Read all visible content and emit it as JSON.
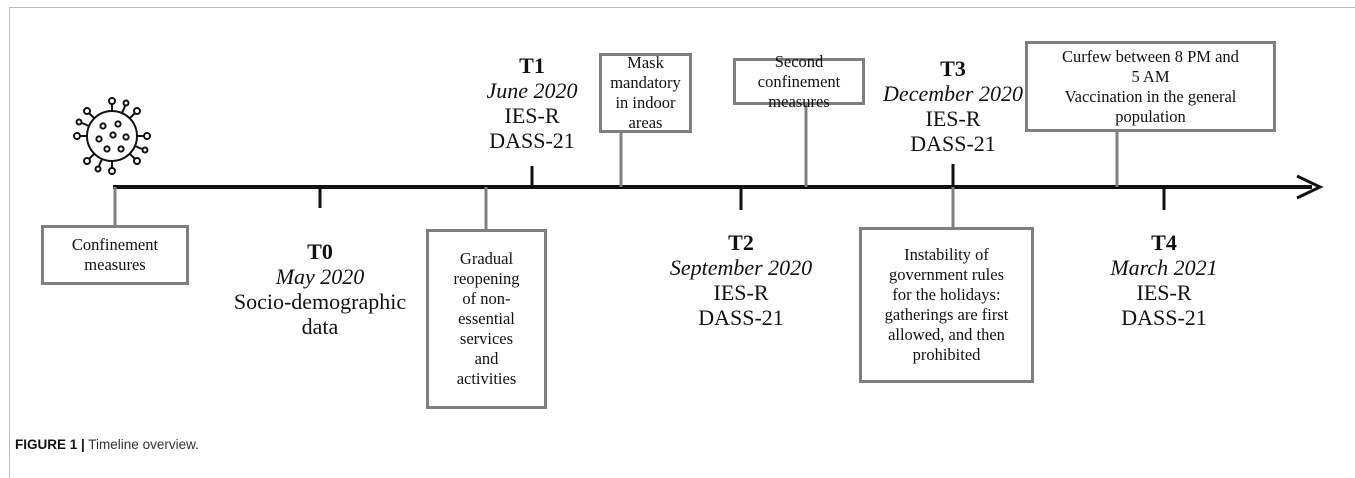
{
  "figure": {
    "caption_label": "FIGURE 1 |",
    "caption_text": " Timeline overview."
  },
  "icon": "virus-icon",
  "timepoints": [
    {
      "id": "T0",
      "date": "May 2020",
      "lines": [
        "Socio-demographic",
        "data"
      ]
    },
    {
      "id": "T1",
      "date": "June 2020",
      "lines": [
        "IES-R",
        "DASS-21"
      ]
    },
    {
      "id": "T2",
      "date": "September 2020",
      "lines": [
        "IES-R",
        "DASS-21"
      ]
    },
    {
      "id": "T3",
      "date": "December 2020",
      "lines": [
        "IES-R",
        "DASS-21"
      ]
    },
    {
      "id": "T4",
      "date": "March 2021",
      "lines": [
        "IES-R",
        "DASS-21"
      ]
    }
  ],
  "events": [
    {
      "key": "confinement",
      "text": "Confinement\nmeasures"
    },
    {
      "key": "reopening",
      "text": "Gradual\nreopening\nof non-\nessential\nservices\nand\nactivities"
    },
    {
      "key": "mask",
      "text": "Mask\nmandatory\nin indoor\nareas"
    },
    {
      "key": "second-confinement",
      "text": "Second\nconfinement\nmeasures"
    },
    {
      "key": "instability",
      "text": "Instability of\ngovernment rules\nfor the holidays:\ngatherings are first\nallowed, and then\nprohibited"
    },
    {
      "key": "curfew",
      "text": "Curfew between 8 PM and\n5 AM\nVaccination in the general\npopulation"
    }
  ],
  "colors": {
    "box_border": "#7f7f7f",
    "axis": "#111111"
  }
}
